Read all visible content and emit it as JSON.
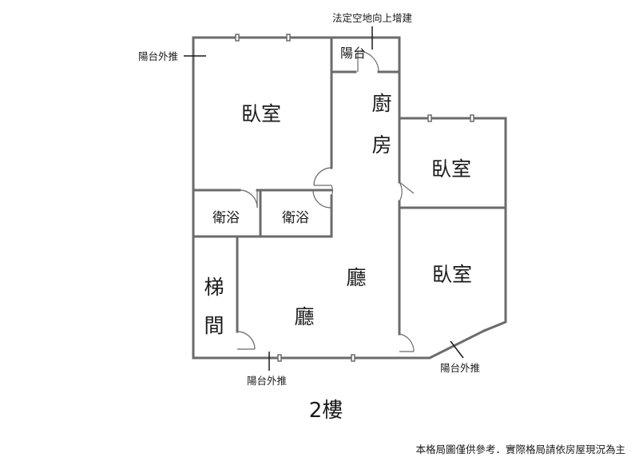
{
  "labels": {
    "balcony_top_note": "法定空地向上增建",
    "balcony_left_note": "陽台外推",
    "balcony_bottom_note": "陽台外推",
    "balcony_right_note": "陽台外推",
    "balcony_small": "陽台",
    "bedroom_main": "臥室",
    "kitchen_1": "廚",
    "kitchen_2": "房",
    "bedroom_right_top": "臥室",
    "bath_left": "衛浴",
    "bath_right": "衛浴",
    "bedroom_right_bottom": "臥室",
    "stair_1": "梯",
    "stair_2": "間",
    "living_upper": "廳",
    "living_lower": "廳",
    "floor_title": "2樓",
    "disclaimer": "本格局圖僅供參考．實際格局請依房屋現況為主"
  },
  "colors": {
    "wall": "#6b6b6b",
    "text": "#1a1a1a",
    "background": "#ffffff"
  }
}
